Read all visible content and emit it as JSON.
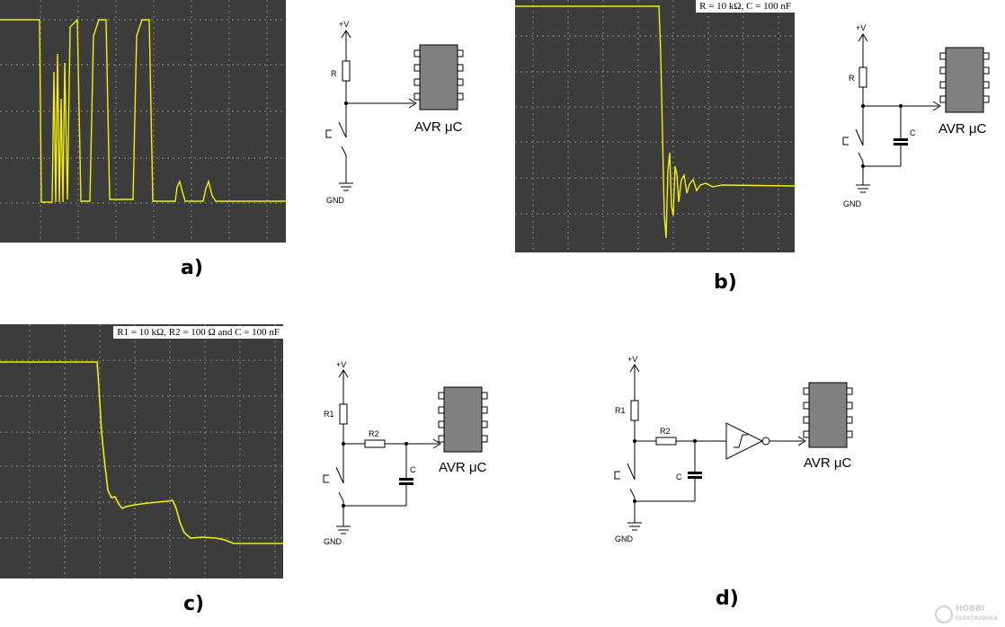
{
  "panels": {
    "a": {
      "label": "a)"
    },
    "b": {
      "label": "b)",
      "caption": "R = 10 kΩ, C = 100 nF"
    },
    "c": {
      "label": "c)",
      "caption": "R1 = 10 kΩ, R2 = 100 Ω and C = 100 nF"
    },
    "d": {
      "label": "d)"
    }
  },
  "schematic_text": {
    "vcc": "+V",
    "gnd": "GND",
    "r": "R",
    "r1": "R1",
    "r2": "R2",
    "c": "C",
    "mcu": "AVR μC"
  },
  "logo": {
    "line1": "HOBBI",
    "line2": "ELEKTRONIKA"
  },
  "colors": {
    "scope_bg": "#3c3c3c",
    "grid": "#8a8a8a",
    "trace": "#f4f000",
    "ic_body": "#808080"
  }
}
